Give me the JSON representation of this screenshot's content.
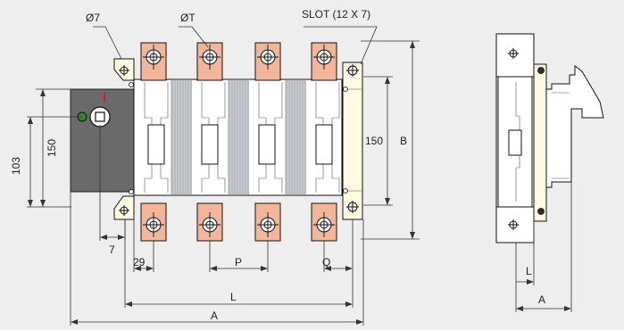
{
  "labels": {
    "hole_small": "Ø7",
    "hole_terminal": "ØT",
    "slot": "SLOT (12 X 7)",
    "dim_103": "103",
    "dim_150_left": "150",
    "dim_150_right": "150",
    "dim_B": "B",
    "dim_7": "7",
    "dim_29": "29",
    "dim_P": "P",
    "dim_Q": "Q",
    "dim_L": "L",
    "dim_A": "A",
    "side_L": "L",
    "side_A": "A"
  },
  "colors": {
    "background": "#eeeeee",
    "handle_box": "#6a6a6a",
    "terminal": "#f4b69a",
    "body": "#ffffff",
    "fins": "#b8bec2",
    "bracket": "#fffbe0",
    "indicator_green": "#2e8b2e",
    "indicator_red": "#cc2222"
  },
  "icons": [
    "terminal-bolt-icon",
    "mounting-bolt-icon",
    "green-indicator-icon"
  ]
}
